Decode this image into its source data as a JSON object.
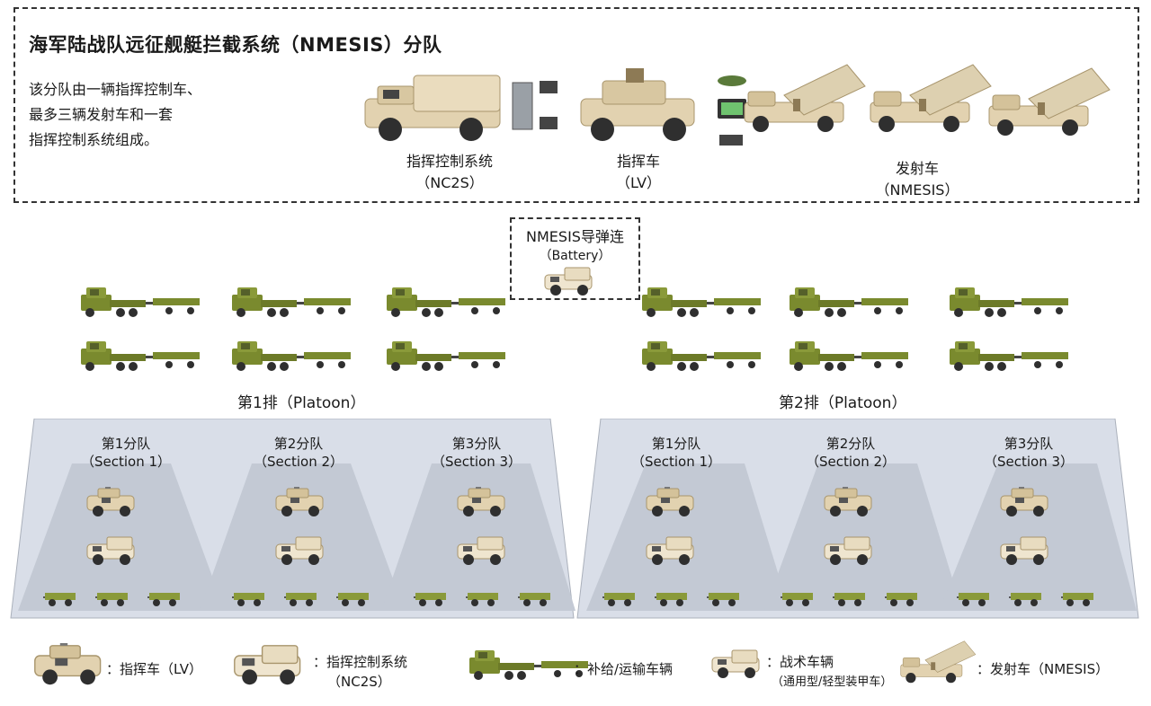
{
  "header": {
    "title": "海军陆战队远征舰艇拦截系统（NMESIS）分队",
    "description": [
      "该分队由一辆指挥控制车、",
      "最多三辆发射车和一套",
      "指挥控制系统组成。"
    ],
    "components": [
      {
        "name": "指挥控制系统",
        "code": "（NC2S）"
      },
      {
        "name": "指挥车",
        "code": "（LV）"
      },
      {
        "name": "发射车",
        "code": "（NMESIS）"
      }
    ]
  },
  "battery": {
    "name": "NMESIS导弹连",
    "en": "（Battery）"
  },
  "platoons": [
    {
      "label": "第1排（Platoon）",
      "sections": [
        {
          "name": "第1分队",
          "en": "（Section 1）"
        },
        {
          "name": "第2分队",
          "en": "（Section 2）"
        },
        {
          "name": "第3分队",
          "en": "（Section 3）"
        }
      ]
    },
    {
      "label": "第2排（Platoon）",
      "sections": [
        {
          "name": "第1分队",
          "en": "（Section 1）"
        },
        {
          "name": "第2分队",
          "en": "（Section 2）"
        },
        {
          "name": "第3分队",
          "en": "（Section 3）"
        }
      ]
    }
  ],
  "legend": [
    {
      "icon": "lv-vehicle-icon",
      "text": "：指挥车（LV）"
    },
    {
      "icon": "nc2s-vehicle-icon",
      "text": "：指挥控制系统",
      "text2": "（NC2S）"
    },
    {
      "icon": "supply-truck-icon",
      "text": "：补给/运输车辆"
    },
    {
      "icon": "tactical-vehicle-icon",
      "text": "：战术车辆",
      "text2": "（通用型/轻型装甲车）"
    },
    {
      "icon": "launcher-vehicle-icon",
      "text": "：发射车（NMESIS）"
    }
  ],
  "colors": {
    "olive": "#7a8a2e",
    "tan": "#e2d2b0",
    "panel": "#d9dee8",
    "trapezoid": "#c3c9d4"
  }
}
